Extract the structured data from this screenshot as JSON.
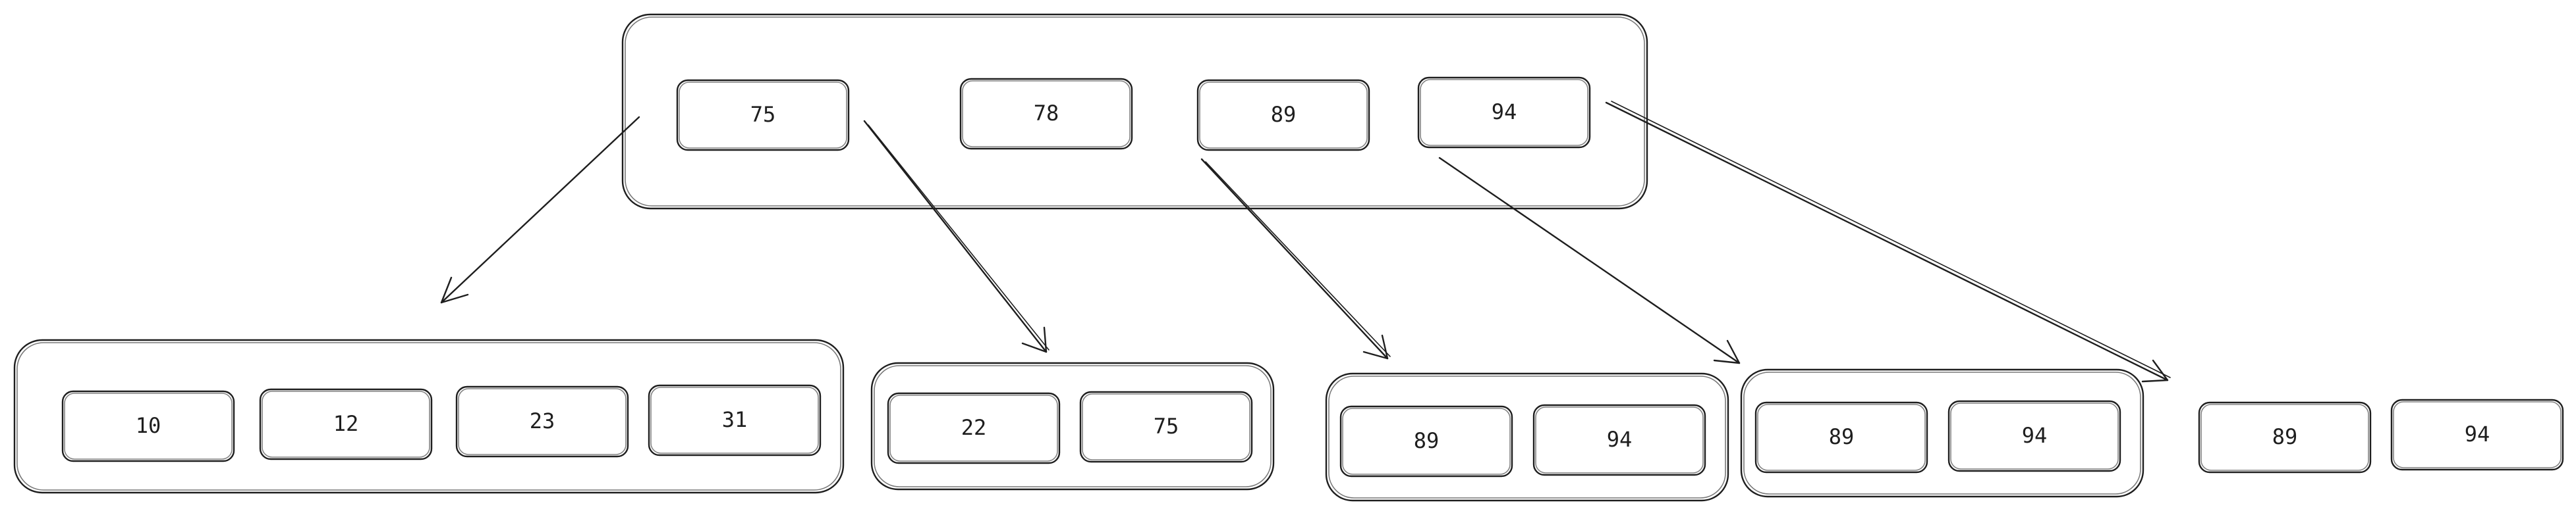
{
  "root": {
    "keys": [
      "75",
      "78",
      "89",
      "94"
    ]
  },
  "children": [
    {
      "keys": [
        "10",
        "12",
        "23",
        "31"
      ]
    },
    {
      "keys": [
        "22",
        "75"
      ]
    },
    {
      "keys": [
        "89",
        "94"
      ]
    },
    {
      "keys": [
        "89",
        "94"
      ]
    },
    {
      "keys": [
        "89",
        "94"
      ]
    }
  ],
  "colors": {
    "stroke": "#1e1e1e",
    "background": "#ffffff"
  }
}
